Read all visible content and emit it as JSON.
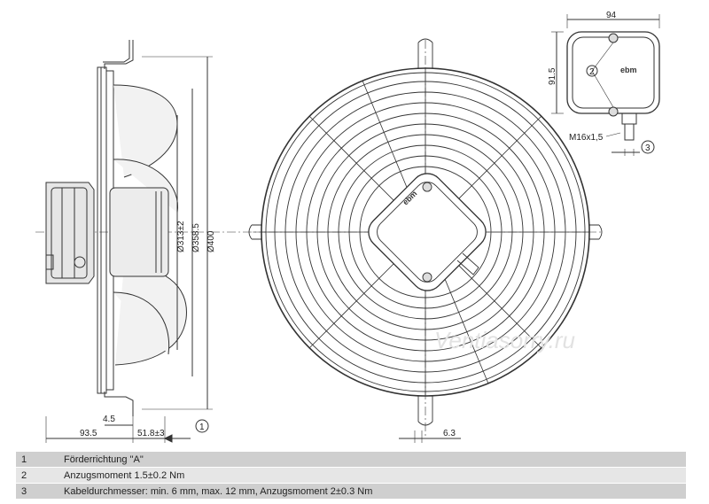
{
  "dimensions": {
    "box_width": "94",
    "box_height": "91.5",
    "cable_gland": "M16x1,5",
    "callout_2": "2",
    "callout_3": "3",
    "callout_1": "1",
    "diameter_1": "Ø313±2",
    "diameter_2": "Ø358.5",
    "diameter_3": "Ø400",
    "side_4_5": "4.5",
    "side_93_5": "93.5",
    "side_51_8": "51.8±3",
    "grille_6_3": "6.3"
  },
  "logo_text": "ebm",
  "watermark": "Ventiasorry.ru",
  "legend": [
    {
      "num": "1",
      "text": "Förderrichtung \"A\""
    },
    {
      "num": "2",
      "text": "Anzugsmoment 1.5±0.2 Nm"
    },
    {
      "num": "3",
      "text": "Kabeldurchmesser: min. 6 mm, max. 12 mm, Anzugsmoment 2±0.3 Nm"
    }
  ]
}
